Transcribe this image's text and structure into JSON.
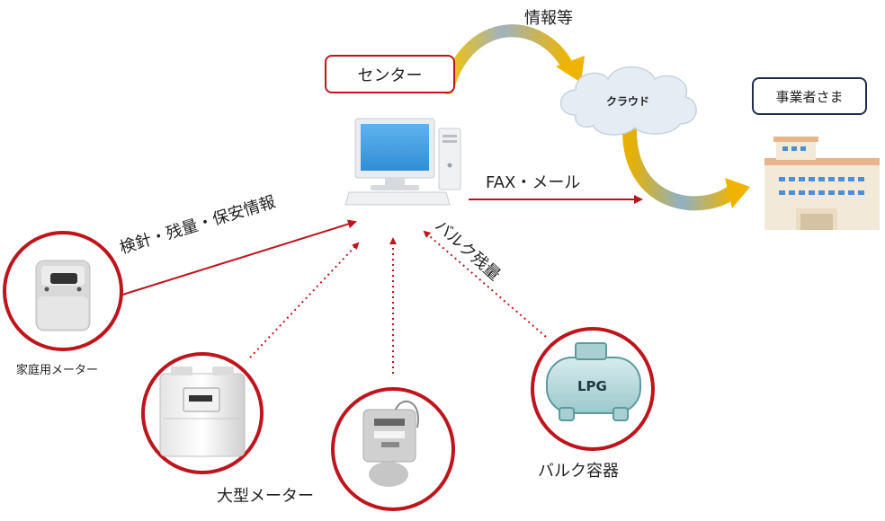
{
  "center_box": {
    "label": "センター"
  },
  "cloud": {
    "label": "クラウド",
    "flow_label": "情報等"
  },
  "business": {
    "label": "事業者さま"
  },
  "links": {
    "fax_mail": "FAX・メール",
    "meter_reading": "検針・残量・保安情報",
    "bulk_remaining": "バルク残量"
  },
  "devices": {
    "household_meter": "家庭用メーター",
    "large_meter": "大型メーター",
    "bulk_container": "バルク容器",
    "lpg_label": "LPG"
  },
  "colors": {
    "accent_red": "#c0141c",
    "navy": "#1f2d4d",
    "arrow_gold": "#f0b400",
    "arrow_blue": "#7fa9c9",
    "monitor_blue": "#2f8ed6"
  }
}
